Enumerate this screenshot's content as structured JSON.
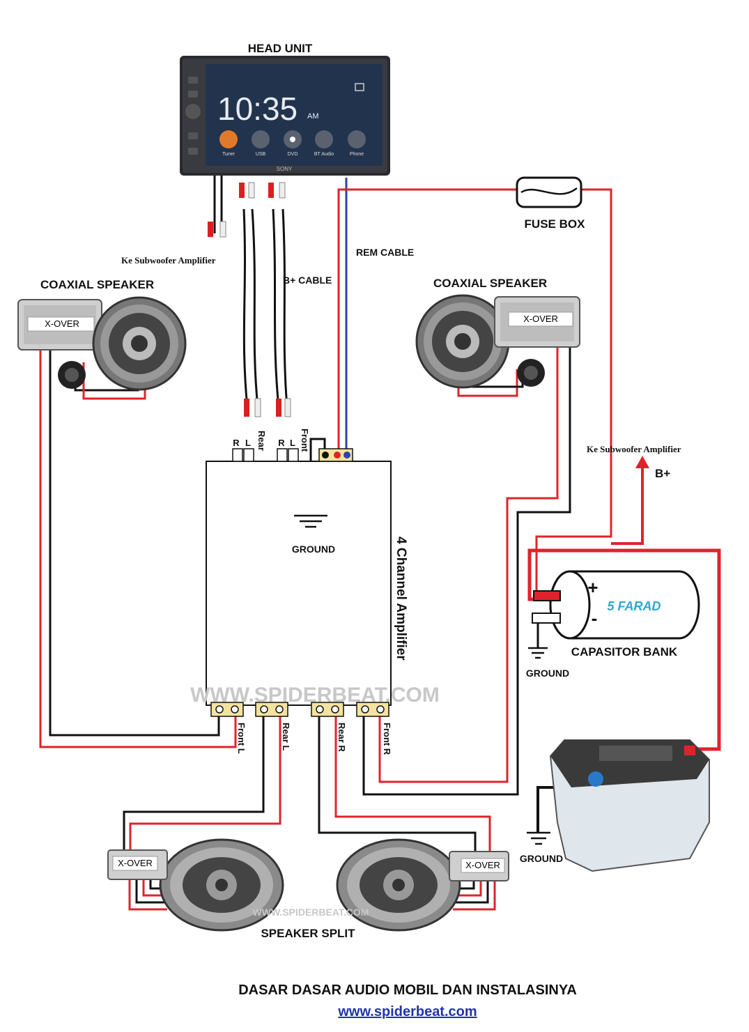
{
  "labels": {
    "head_unit": "HEAD UNIT",
    "fuse_box": "FUSE BOX",
    "rem_cable": "REM CABLE",
    "b_plus_cable": "B+ CABLE",
    "ke_sub_left": "Ke Subwoofer Amplifier",
    "ke_sub_right": "Ke Subwoofer Amplifier",
    "b_plus": "B+",
    "coaxial_left": "COAXIAL SPEAKER",
    "coaxial_right": "COAXIAL SPEAKER",
    "xover": "X-OVER",
    "ground_amp": "GROUND",
    "ground_cap": "GROUND",
    "ground_batt": "GROUND",
    "amplifier": "4 Channel Amplifier",
    "capacitor_bank": "CAPASITOR BANK",
    "farad": "5 FARAD",
    "cap_plus": "+",
    "cap_minus": "-",
    "speaker_split": "SPEAKER SPLIT",
    "watermark": "WWW.SPIDERBEAT.COM",
    "watermark_small": "WWW.SPIDERBEAT.COM",
    "footer_title": "DASAR DASAR AUDIO MOBIL DAN INSTALASINYA",
    "footer_url": "www.spiderbeat.com"
  },
  "amp_input_labels": [
    "R",
    "L",
    "Rear",
    "R",
    "L",
    "Front"
  ],
  "amp_output_labels": [
    "Front L",
    "Rear L",
    "Rear R",
    "Front R"
  ],
  "head_unit_screen": {
    "time": "10:35",
    "ampm": "AM",
    "brand": "SONY",
    "apps": [
      "Tuner",
      "USB",
      "DVD",
      "BT Audio",
      "Phone"
    ]
  },
  "colors": {
    "wire_red": "#e0232b",
    "wire_black": "#111111",
    "wire_blue": "#3140a8",
    "farad_text": "#2aa8d8",
    "url_blue": "#2233aa"
  }
}
